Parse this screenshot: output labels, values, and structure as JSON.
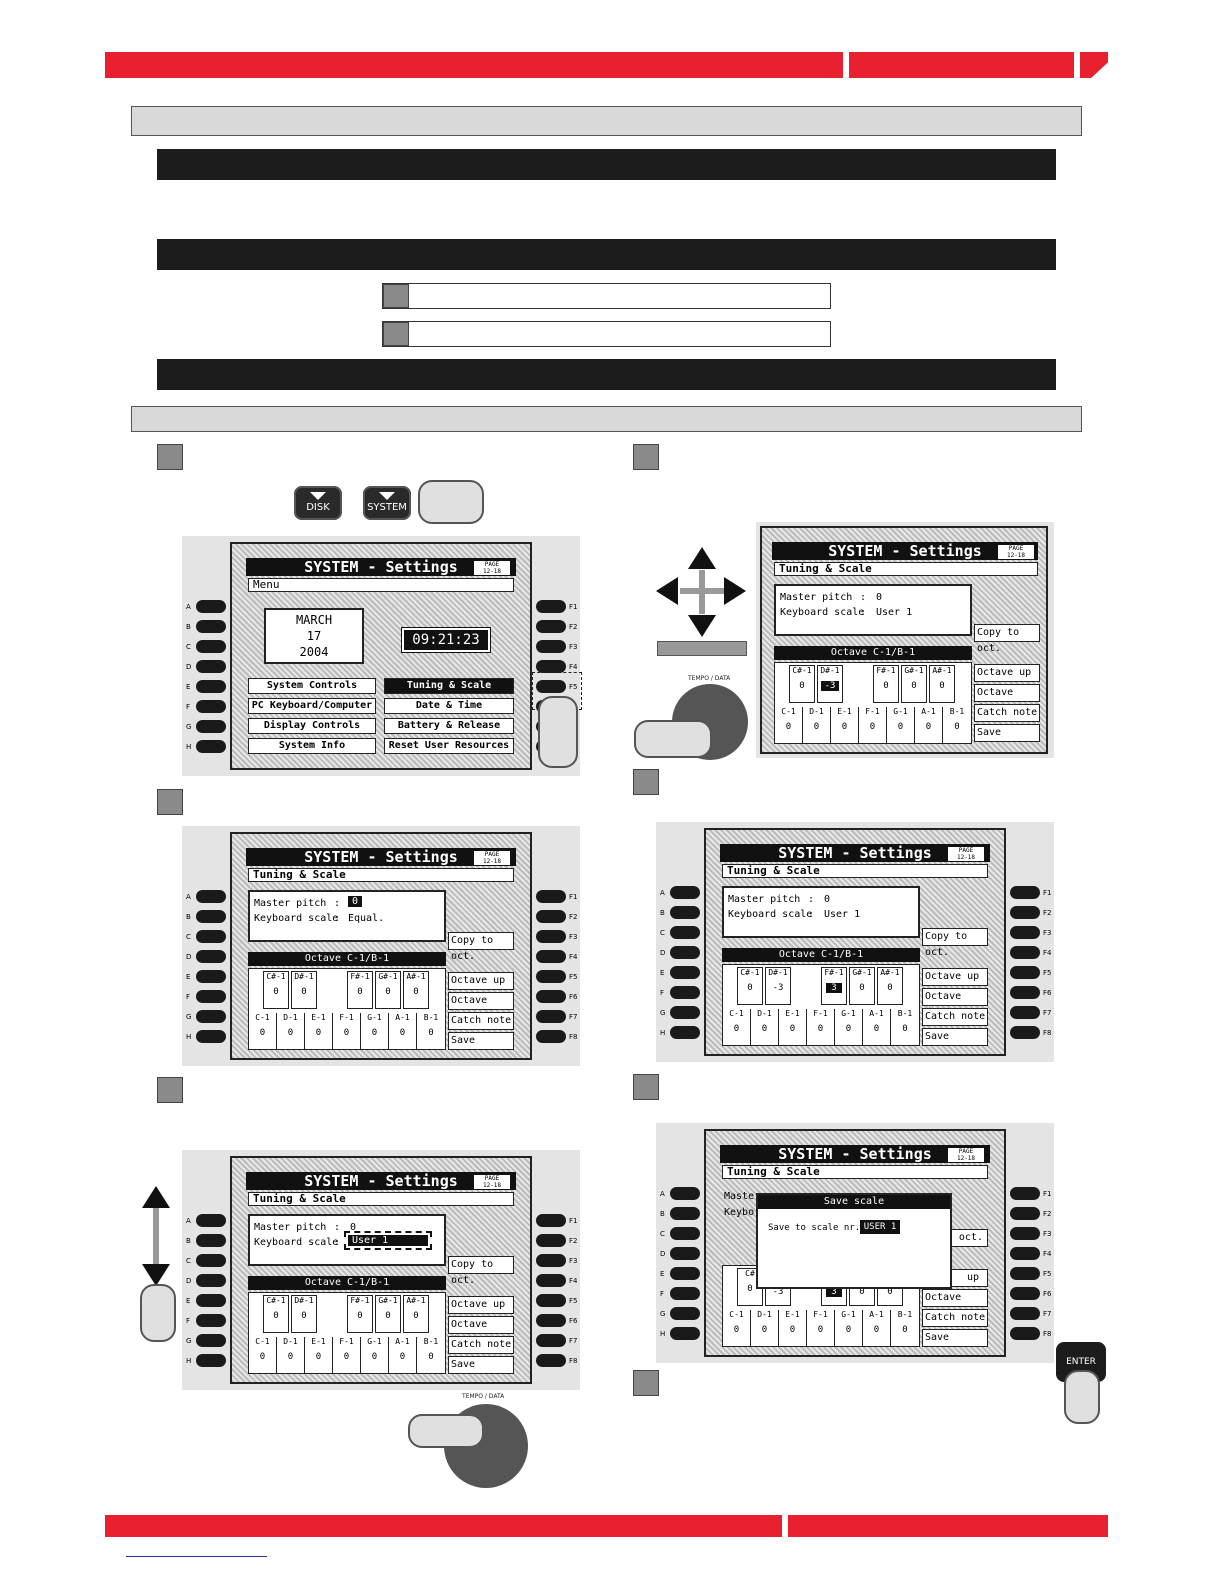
{
  "colors": {
    "accent": "#e8202f",
    "bar": "#1c1c1c",
    "step": "#8a8a8a"
  },
  "buttons": {
    "disk": "DISK",
    "system": "SYSTEM",
    "enter": "ENTER",
    "tempo_data": "TEMPO / DATA"
  },
  "lcd": {
    "title": "SYSTEM - Settings",
    "page_top": "PAGE",
    "page_num": "12-18",
    "menu": "Menu",
    "date_month": "MARCH",
    "date_day": "17",
    "date_year": "2004",
    "clock": "09:21:23",
    "menu_left": [
      "System Controls",
      "PC Keyboard/Computer",
      "Display Controls",
      "System Info"
    ],
    "menu_right": [
      "Tuning & Scale",
      "Date & Time",
      "Battery & Release",
      "Reset User Resources"
    ],
    "tuning": "Tuning & Scale",
    "master_pitch": "Master pitch",
    "keyboard_scale": "Keyboard scale",
    "colon": ":",
    "pitch_val": "0",
    "scale_equal": "Equal.",
    "scale_user": "User 1",
    "octave": "Octave C-1/B-1",
    "fkeys": [
      "Copy to oct.",
      "Octave up",
      "Octave down",
      "Catch note",
      "Save"
    ],
    "sharps": [
      "C#-1",
      "D#-1",
      "F#-1",
      "G#-1",
      "A#-1"
    ],
    "naturals": [
      "C-1",
      "D-1",
      "E-1",
      "F-1",
      "G-1",
      "A-1",
      "B-1"
    ],
    "zero": "0",
    "minus3": "-3",
    "three": "3",
    "save_scale": "Save scale",
    "save_to": "Save to scale nr.",
    "user_cap": "USER 1",
    "oct_short": "oct.",
    "up_short": "up",
    "c_short": "C#",
    "master_short": "Maste",
    "keybo_short": "Keybo"
  },
  "side_left": [
    "A",
    "B",
    "C",
    "D",
    "E",
    "F",
    "G",
    "H"
  ],
  "side_right": [
    "F1",
    "F2",
    "F3",
    "F4",
    "F5",
    "F6",
    "F7",
    "F8"
  ]
}
